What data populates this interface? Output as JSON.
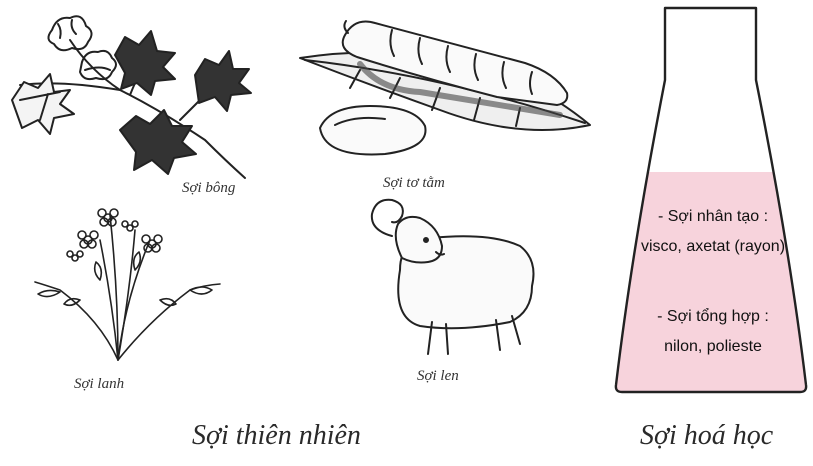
{
  "natural": {
    "cotton_label": "Sợi bông",
    "silk_label": "Sợi tơ tằm",
    "flax_label": "Sợi lanh",
    "wool_label": "Sợi len",
    "group_label": "Sợi thiên nhiên"
  },
  "chemical": {
    "artificial_title": "- Sợi nhân tạo :",
    "artificial_examples": "visco, axetat (rayon)",
    "synthetic_title": "- Sợi tổng hợp :",
    "synthetic_examples": "nilon, polieste",
    "group_label": "Sợi hoá học"
  },
  "colors": {
    "flask_fill": "#f7d3dc",
    "line": "#222222"
  }
}
